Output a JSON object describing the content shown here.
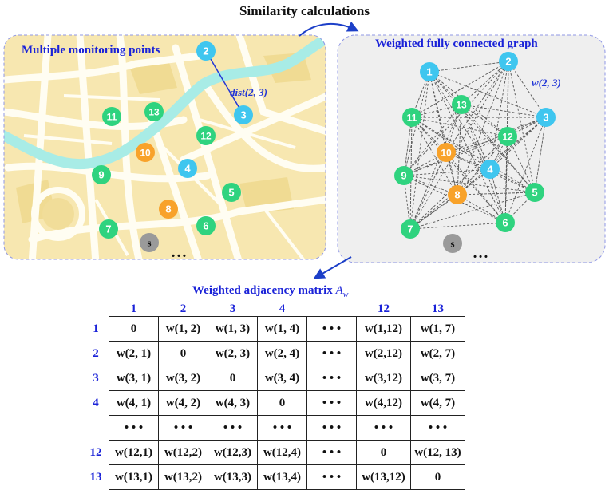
{
  "top_title": "Similarity calculations",
  "map_panel": {
    "title": "Multiple monitoring points",
    "dist_label": "dist(2, 3)",
    "ellipsis": "• • •",
    "nodes": [
      {
        "id": "2",
        "color": "blue"
      },
      {
        "id": "3",
        "color": "blue"
      },
      {
        "id": "4",
        "color": "blue"
      },
      {
        "id": "11",
        "color": "green"
      },
      {
        "id": "13",
        "color": "green"
      },
      {
        "id": "12",
        "color": "green"
      },
      {
        "id": "9",
        "color": "green"
      },
      {
        "id": "5",
        "color": "green"
      },
      {
        "id": "6",
        "color": "green"
      },
      {
        "id": "7",
        "color": "green"
      },
      {
        "id": "10",
        "color": "orange"
      },
      {
        "id": "8",
        "color": "orange"
      },
      {
        "id": "s",
        "color": "gray"
      }
    ]
  },
  "graph_panel": {
    "title": "Weighted fully connected graph",
    "weight_label": "w(2, 3)",
    "ellipsis": "• • •",
    "nodes": [
      {
        "id": "1",
        "color": "blue"
      },
      {
        "id": "2",
        "color": "blue"
      },
      {
        "id": "3",
        "color": "blue"
      },
      {
        "id": "4",
        "color": "blue"
      },
      {
        "id": "13",
        "color": "green"
      },
      {
        "id": "11",
        "color": "green"
      },
      {
        "id": "12",
        "color": "green"
      },
      {
        "id": "9",
        "color": "green"
      },
      {
        "id": "5",
        "color": "green"
      },
      {
        "id": "6",
        "color": "green"
      },
      {
        "id": "7",
        "color": "green"
      },
      {
        "id": "10",
        "color": "orange"
      },
      {
        "id": "8",
        "color": "orange"
      },
      {
        "id": "s",
        "color": "gray"
      }
    ]
  },
  "matrix": {
    "title": "Weighted adjacency matrix ",
    "title_symbol": "A",
    "title_subscript": "w",
    "col_headers": [
      "1",
      "2",
      "3",
      "4",
      "",
      "12",
      "13"
    ],
    "row_headers": [
      "1",
      "2",
      "3",
      "4",
      "",
      "12",
      "13"
    ],
    "rows": [
      [
        "0",
        "w(1, 2)",
        "w(1, 3)",
        "w(1, 4)",
        "• • •",
        "w(1,12)",
        "w(1, 7)"
      ],
      [
        "w(2, 1)",
        "0",
        "w(2, 3)",
        "w(2, 4)",
        "• • •",
        "w(2,12)",
        "w(2, 7)"
      ],
      [
        "w(3, 1)",
        "w(3, 2)",
        "0",
        "w(3, 4)",
        "• • •",
        "w(3,12)",
        "w(3, 7)"
      ],
      [
        "w(4, 1)",
        "w(4, 2)",
        "w(4, 3)",
        "0",
        "• • •",
        "w(4,12)",
        "w(4, 7)"
      ],
      [
        "• • •",
        "• • •",
        "• • •",
        "• • •",
        "• • •",
        "• • •",
        "• • •"
      ],
      [
        "w(12,1)",
        "w(12,2)",
        "w(12,3)",
        "w(12,4)",
        "• • •",
        "0",
        "w(12, 13)"
      ],
      [
        "w(13,1)",
        "w(13,2)",
        "w(13,3)",
        "w(13,4)",
        "• • •",
        "w(13,12)",
        "0"
      ]
    ]
  },
  "colors": {
    "blue_node": "#3fc6ef",
    "green_node": "#2fd37f",
    "orange_node": "#f8a22a",
    "gray_node": "#9a9a9a",
    "title_blue": "#1a22d8",
    "map_bg": "#f7e7b0",
    "river": "#a8ece6",
    "graph_bg": "#efefef",
    "arrow": "#1c3fc8"
  }
}
